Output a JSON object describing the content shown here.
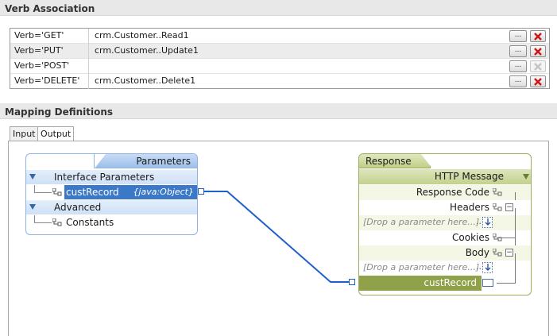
{
  "verb_association": {
    "title": "Verb Association",
    "rows": [
      {
        "verb": "Verb='GET'",
        "operation": "crm.Customer..Read1",
        "delete_enabled": true
      },
      {
        "verb": "Verb='PUT'",
        "operation": "crm.Customer..Update1",
        "delete_enabled": true
      },
      {
        "verb": "Verb='POST'",
        "operation": "",
        "delete_enabled": false
      },
      {
        "verb": "Verb='DELETE'",
        "operation": "crm.Customer..Delete1",
        "delete_enabled": true
      }
    ],
    "browse_label": "..."
  },
  "mapping": {
    "title": "Mapping Definitions",
    "tabs": [
      {
        "label": "Input",
        "active": false
      },
      {
        "label": "Output",
        "active": true
      }
    ],
    "parameters": {
      "title": "Parameters",
      "groups": [
        {
          "label": "Interface Parameters",
          "items": [
            {
              "label": "custRecord",
              "type": "{java:Object}",
              "selected": true
            }
          ]
        },
        {
          "label": "Advanced",
          "items": [
            {
              "label": "Constants",
              "type": "",
              "selected": false
            }
          ]
        }
      ]
    },
    "response": {
      "title": "Response",
      "http_message_label": "HTTP Message",
      "rows": {
        "response_code": "Response Code",
        "headers": "Headers",
        "headers_drop": "[Drop a parameter here...]",
        "cookies": "Cookies",
        "body": "Body",
        "body_drop": "[Drop a parameter here...]",
        "cust_record": "custRecord"
      },
      "drop_dots": "..",
      "expand_symbol": "−"
    }
  },
  "colors": {
    "parameters_accent": "#3c78c8",
    "response_accent": "#8fa24a",
    "wire": "#1f5fcc",
    "delete_x": "#d01414"
  }
}
